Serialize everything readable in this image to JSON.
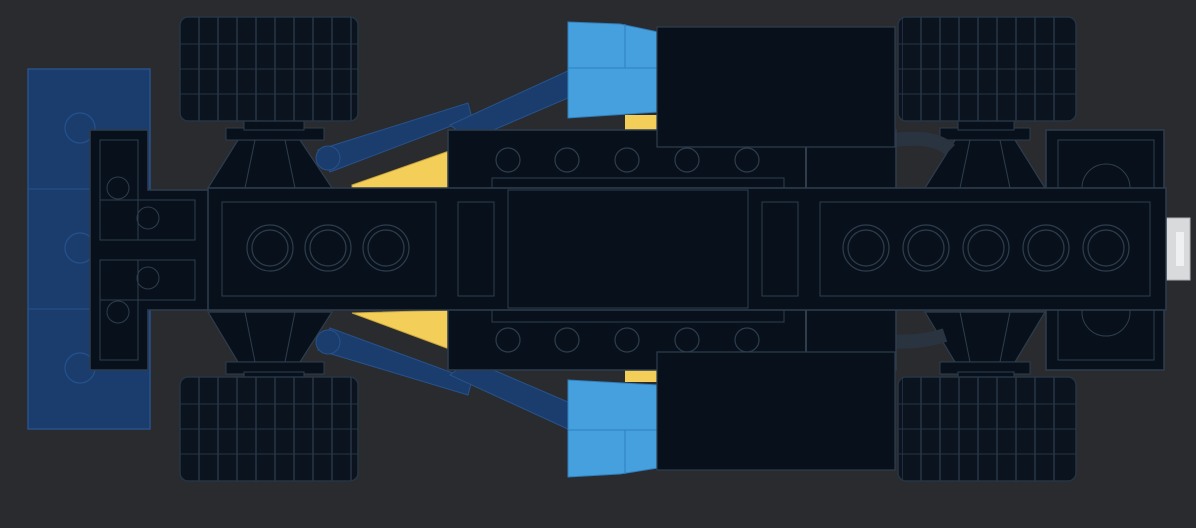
{
  "scene": {
    "subject": "lego-vehicle-chassis-top-view",
    "colors": {
      "background": "#2a2b2f",
      "chassis": "#08111b",
      "chassis_line": "#2d3d4e",
      "dark_blue": "#1a3d6e",
      "dark_blue_line": "#27528a",
      "medium_blue": "#47a0de",
      "medium_blue_line": "#2e7fc0",
      "yellow": "#f3cf5a",
      "yellow_line": "#c9a53a",
      "tire": "#0b141e",
      "tire_line": "#263545",
      "light_grey": "#d8dadc"
    },
    "parts": {
      "wheel_count": 4,
      "front_axle": "right",
      "rear_spoiler_side": "left"
    }
  }
}
